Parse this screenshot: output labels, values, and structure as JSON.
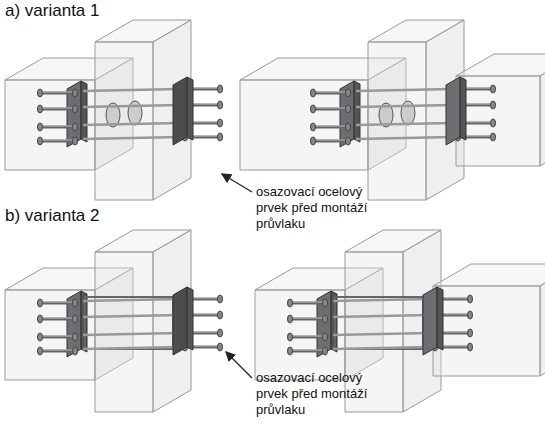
{
  "diagram": {
    "labels": [
      "a) varianta 1",
      "osazovací ocelový prvek před montáží průvlaku",
      "b) varianta 2",
      "osazovací ocelový prvek před montáží průvlaku"
    ]
  }
}
